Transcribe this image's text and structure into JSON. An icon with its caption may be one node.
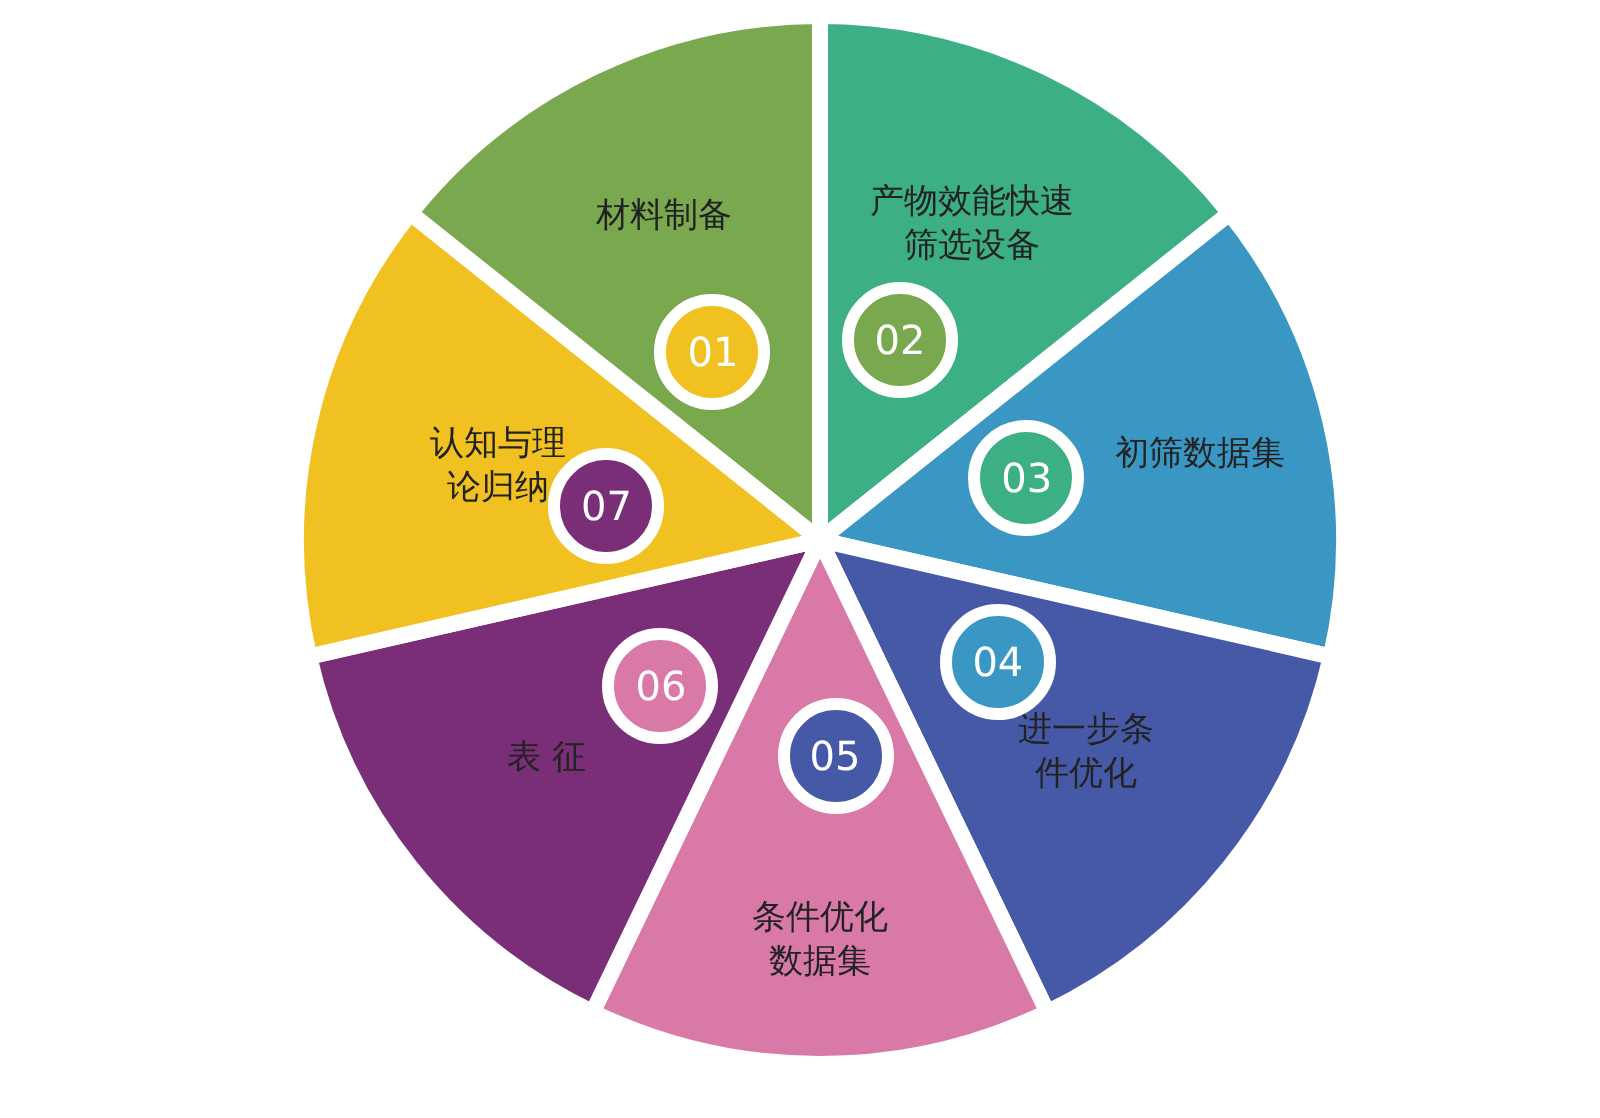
{
  "diagram": {
    "nodes": [
      {
        "text": [
          "材料制备",
          "01"
        ]
      },
      {
        "text": [
          "产物效能快速筛选设备",
          "02"
        ]
      },
      {
        "text": [
          "03",
          "初筛数据集"
        ]
      },
      {
        "text": [
          "04",
          "进一步条件优化"
        ]
      },
      {
        "text": [
          "05",
          "条件优化数据集"
        ]
      },
      {
        "text": [
          "06",
          "表 征"
        ]
      },
      {
        "text": [
          "认知与理论归纳",
          "07"
        ]
      }
    ]
  }
}
